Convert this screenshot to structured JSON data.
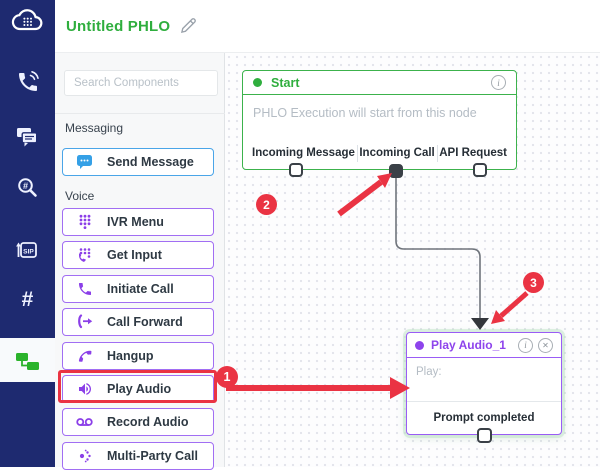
{
  "colors": {
    "brand_navy": "#1e2a70",
    "brand_green": "#2fae3e",
    "accent_purple": "#8b3fe8",
    "accent_blue": "#35a0e6",
    "annotation_red": "#ea3343",
    "connector_dark": "#3a4047"
  },
  "header": {
    "title": "Untitled PHLO"
  },
  "rail": {
    "icons": [
      "plivo-logo",
      "voice-call",
      "messaging",
      "number-lookup",
      "sip-trunking",
      "phone-numbers",
      "phlo-active"
    ]
  },
  "sidebar": {
    "search": {
      "placeholder": "Search Components"
    },
    "sections": [
      {
        "label": "Messaging",
        "items": [
          {
            "label": "Send Message",
            "icon": "chat-bubble"
          }
        ]
      },
      {
        "label": "Voice",
        "items": [
          {
            "label": "IVR Menu",
            "icon": "dialpad"
          },
          {
            "label": "Get Input",
            "icon": "keypad-input"
          },
          {
            "label": "Initiate Call",
            "icon": "phone"
          },
          {
            "label": "Call Forward",
            "icon": "phone-forward"
          },
          {
            "label": "Hangup",
            "icon": "phone-hangup"
          },
          {
            "label": "Play Audio",
            "icon": "speaker"
          },
          {
            "label": "Record Audio",
            "icon": "voicemail"
          },
          {
            "label": "Multi-Party Call",
            "icon": "multi-party"
          }
        ]
      }
    ]
  },
  "canvas": {
    "start_node": {
      "title": "Start",
      "description": "PHLO Execution will start from this node",
      "outputs": [
        "Incoming Message",
        "Incoming Call",
        "API Request"
      ]
    },
    "play_audio_node": {
      "title": "Play Audio_1",
      "body_label": "Play:",
      "output": "Prompt completed"
    }
  },
  "annotations": {
    "steps": [
      "1",
      "2",
      "3"
    ]
  }
}
